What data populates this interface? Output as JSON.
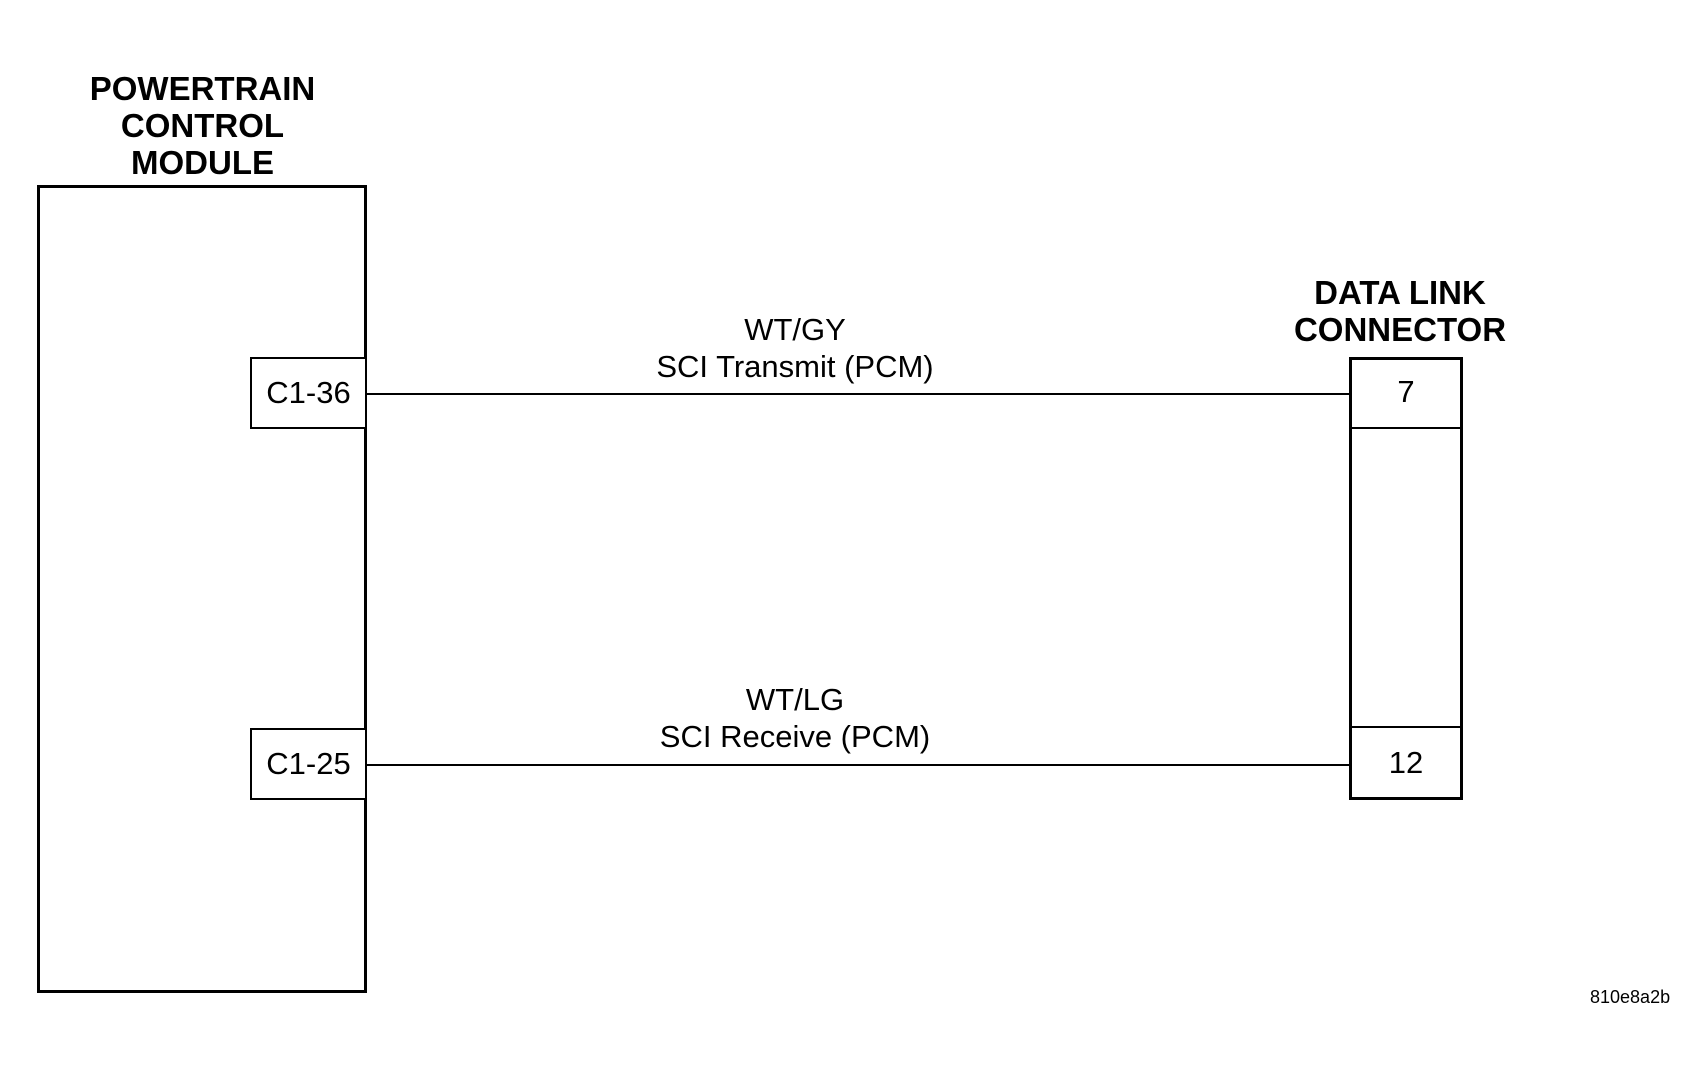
{
  "pcm": {
    "title_lines": [
      "POWERTRAIN",
      "CONTROL",
      "MODULE"
    ],
    "pins": [
      "C1-36",
      "C1-25"
    ]
  },
  "dlc": {
    "title_lines": [
      "DATA LINK",
      "CONNECTOR"
    ],
    "cavities": [
      "7",
      "12"
    ]
  },
  "wires": [
    {
      "color_code": "WT/GY",
      "signal": "SCI Transmit (PCM)"
    },
    {
      "color_code": "WT/LG",
      "signal": "SCI Receive (PCM)"
    }
  ],
  "figure_id": "810e8a2b"
}
